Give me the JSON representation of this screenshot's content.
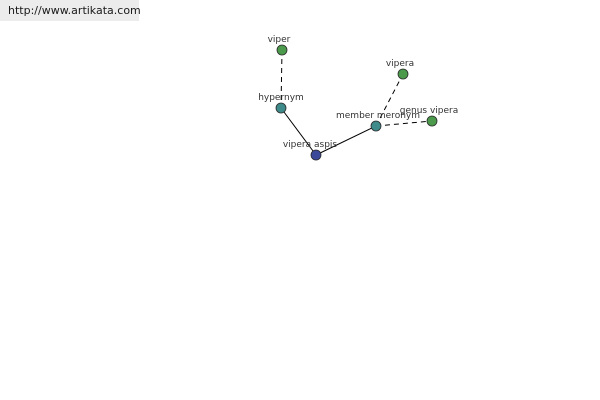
{
  "source_url": "http://www.artikata.com",
  "colors": {
    "background": "#ffffff",
    "source_tab": "#ececec",
    "edge": "#000000",
    "node_green": "#4c9a4c",
    "node_teal": "#3f8a8a",
    "node_blue": "#3d4a9a",
    "label": "#333333"
  },
  "graph": {
    "nodes": [
      {
        "id": "viper",
        "label": "viper",
        "color": "green"
      },
      {
        "id": "hypernym",
        "label": "hypernym",
        "color": "teal"
      },
      {
        "id": "vipera-aspis",
        "label": "vipera aspis",
        "color": "blue"
      },
      {
        "id": "member-meronym",
        "label": "member meronym",
        "color": "teal"
      },
      {
        "id": "vipera",
        "label": "vipera",
        "color": "green"
      },
      {
        "id": "genus-vipera",
        "label": "genus vipera",
        "color": "green"
      }
    ],
    "edges": [
      {
        "from": "viper",
        "to": "hypernym",
        "style": "dashed"
      },
      {
        "from": "hypernym",
        "to": "vipera-aspis",
        "style": "solid"
      },
      {
        "from": "vipera-aspis",
        "to": "member-meronym",
        "style": "solid"
      },
      {
        "from": "member-meronym",
        "to": "vipera",
        "style": "dashed"
      },
      {
        "from": "member-meronym",
        "to": "genus-vipera",
        "style": "dashed"
      }
    ]
  }
}
